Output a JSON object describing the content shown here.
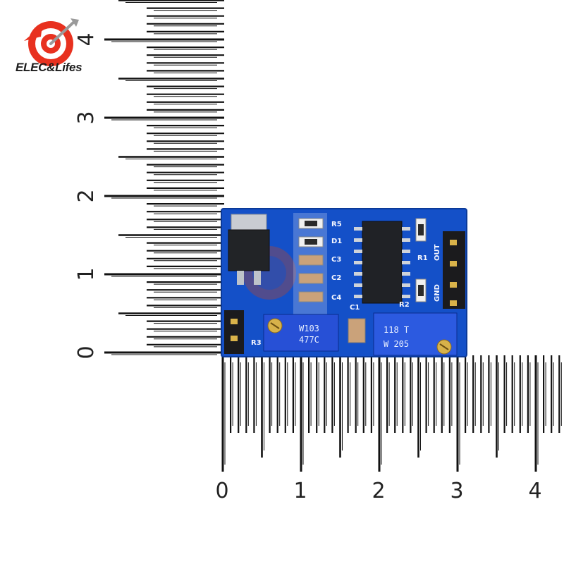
{
  "brand": {
    "name": "ELEC&Lifes",
    "accent_color": "#e8311f",
    "logo_icon": "target-arrow-logo"
  },
  "ruler": {
    "vertical_labels": [
      "0",
      "1",
      "2",
      "3",
      "4"
    ],
    "horizontal_labels": [
      "0",
      "1",
      "2",
      "3",
      "4"
    ]
  },
  "pcb": {
    "board_color": "#1450c8",
    "silkscreen": {
      "r5": "R5",
      "d1": "D1",
      "c3": "C3",
      "c2": "C2",
      "c4": "C4",
      "c1": "C1",
      "r1": "R1",
      "r2": "R2",
      "r3": "R3",
      "out": "OUT",
      "gnd": "GND"
    },
    "pot_left": {
      "line1": "W103",
      "line2": "477C"
    },
    "pot_right": {
      "line1": "118 T",
      "line2": "W 205"
    }
  }
}
